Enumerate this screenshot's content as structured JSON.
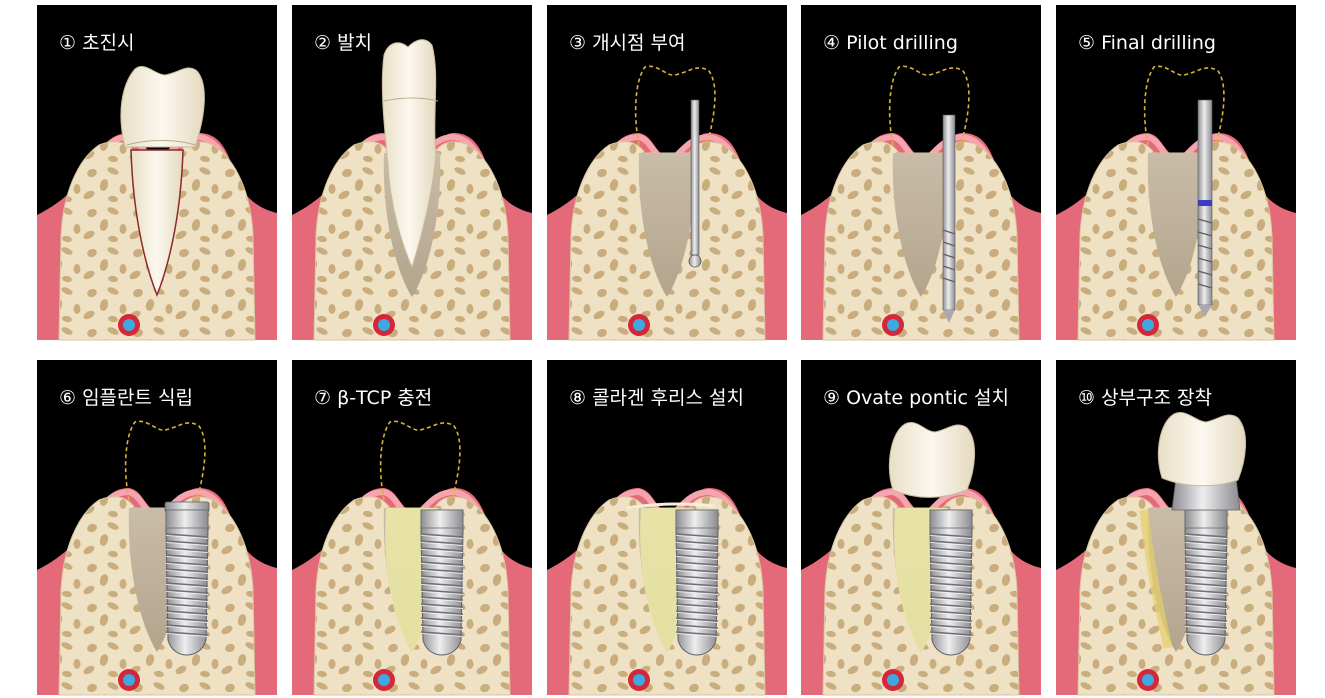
{
  "figure": {
    "panels": [
      {
        "label": "① 초진시",
        "stage": "initial"
      },
      {
        "label": "② 발치",
        "stage": "extraction"
      },
      {
        "label": "③ 개시점 부여",
        "stage": "round-bur"
      },
      {
        "label": "④ Pilot drilling",
        "stage": "pilot-drill"
      },
      {
        "label": "⑤ Final drilling",
        "stage": "final-drill"
      },
      {
        "label": "⑥ 임플란트 식립",
        "stage": "implant"
      },
      {
        "label": "⑦ β-TCP 충전",
        "stage": "graft"
      },
      {
        "label": "⑧ 콜라겐 후리스 설치",
        "stage": "membrane"
      },
      {
        "label": "⑨ Ovate pontic 설치",
        "stage": "pontic"
      },
      {
        "label": "⑩ 상부구조 장착",
        "stage": "crown"
      }
    ]
  },
  "colors": {
    "background": "#000000",
    "gum": "#e46a7a",
    "gum_light": "#f6a4ae",
    "bone": "#efe2c4",
    "marrow": "#c9ad7f",
    "socket": "#cfc3b0",
    "tooth": "#f8f3e6",
    "implant": "#c2c2c6",
    "graft": "#ece9a6",
    "vessel_outer": "#d3283a",
    "vessel_inner": "#3fa8e0",
    "outline_dashed": "#d9b23a"
  }
}
